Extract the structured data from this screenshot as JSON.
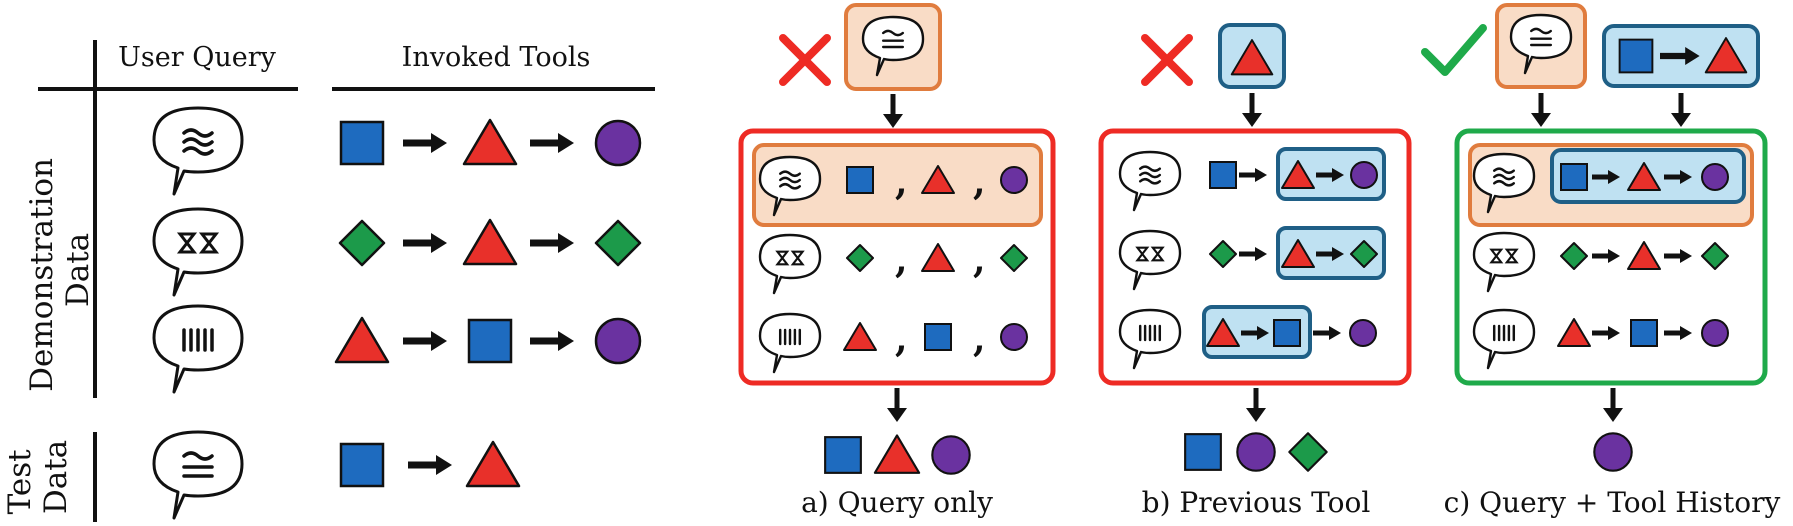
{
  "left_table": {
    "header_query": "User Query",
    "header_tools": "Invoked Tools",
    "demo_label_line1": "Demonstration",
    "demo_label_line2": "Data",
    "test_label_line1": "Test",
    "test_label_line2": "Data",
    "demo_rows": [
      {
        "query_glyph": "approx",
        "tools": [
          "square",
          "triangle",
          "circle"
        ]
      },
      {
        "query_glyph": "hourglass",
        "tools": [
          "diamond",
          "triangle",
          "diamond"
        ]
      },
      {
        "query_glyph": "bars",
        "tools": [
          "triangle",
          "square",
          "circle"
        ]
      }
    ],
    "test_row": {
      "query_glyph": "congruent",
      "tools": [
        "square",
        "triangle"
      ]
    }
  },
  "panels": [
    {
      "caption": "a) Query only",
      "verdict": "cross",
      "context": [
        "query"
      ],
      "predictions": [
        "square",
        "triangle",
        "circle"
      ]
    },
    {
      "caption": "b) Previous Tool",
      "verdict": "cross",
      "context": [
        "previous-tool"
      ],
      "predictions": [
        "square",
        "circle",
        "diamond"
      ]
    },
    {
      "caption": "c) Query + Tool History",
      "verdict": "check",
      "context": [
        "query",
        "tool-history"
      ],
      "predictions": [
        "circle"
      ]
    }
  ],
  "colors": {
    "square": "#1e6bbf",
    "triangle": "#e8302a",
    "circle": "#6a32a0",
    "diamond": "#1c9a4a",
    "query_box_fill": "#f9dcc6",
    "query_box_stroke": "#e07c3e",
    "tool_box_fill": "#bfe1f2",
    "tool_box_stroke": "#1f5f86",
    "wrong_frame": "#ee2b24",
    "right_frame": "#1faa4a",
    "cross": "#ee2b24",
    "check": "#1faa4a"
  },
  "icons": [
    "speech-bubble-icon",
    "square-tool-icon",
    "triangle-tool-icon",
    "circle-tool-icon",
    "diamond-tool-icon",
    "arrow-icon",
    "cross-icon",
    "check-icon"
  ]
}
